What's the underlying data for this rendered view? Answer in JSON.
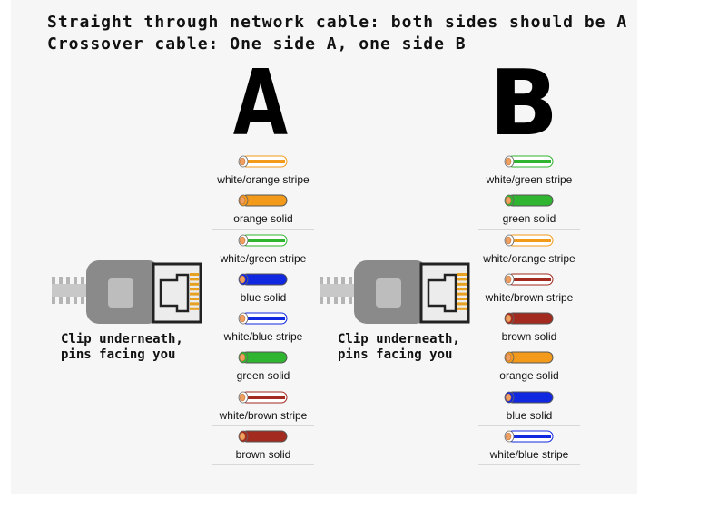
{
  "header": {
    "line1": "Straight through network cable: both sides should be A",
    "line2": "Crossover cable: One side A, one side B"
  },
  "standards": [
    {
      "letter": "A",
      "note_line1": "Clip underneath,",
      "note_line2": "pins facing you",
      "wires": [
        {
          "label": "white/orange stripe",
          "color": "#f39a1a",
          "striped": true
        },
        {
          "label": "orange solid",
          "color": "#f39a1a",
          "striped": false
        },
        {
          "label": "white/green stripe",
          "color": "#2fb52f",
          "striped": true
        },
        {
          "label": "blue solid",
          "color": "#1028e0",
          "striped": false
        },
        {
          "label": "white/blue stripe",
          "color": "#1028e0",
          "striped": true
        },
        {
          "label": "green solid",
          "color": "#2fb52f",
          "striped": false
        },
        {
          "label": "white/brown stripe",
          "color": "#a22a1e",
          "striped": true
        },
        {
          "label": "brown solid",
          "color": "#a22a1e",
          "striped": false
        }
      ]
    },
    {
      "letter": "B",
      "note_line1": "Clip underneath,",
      "note_line2": "pins facing you",
      "wires": [
        {
          "label": "white/green stripe",
          "color": "#2fb52f",
          "striped": true
        },
        {
          "label": "green solid",
          "color": "#2fb52f",
          "striped": false
        },
        {
          "label": "white/orange stripe",
          "color": "#f39a1a",
          "striped": true
        },
        {
          "label": "white/brown stripe",
          "color": "#a22a1e",
          "striped": true
        },
        {
          "label": "brown solid",
          "color": "#a22a1e",
          "striped": false
        },
        {
          "label": "orange solid",
          "color": "#f39a1a",
          "striped": false
        },
        {
          "label": "blue solid",
          "color": "#1028e0",
          "striped": false
        },
        {
          "label": "white/blue stripe",
          "color": "#1028e0",
          "striped": true
        }
      ]
    }
  ],
  "colors": {
    "connector_body": "#8a8a8a",
    "copper_tip": "#f0a060",
    "pin_gold": "#e8a020"
  }
}
